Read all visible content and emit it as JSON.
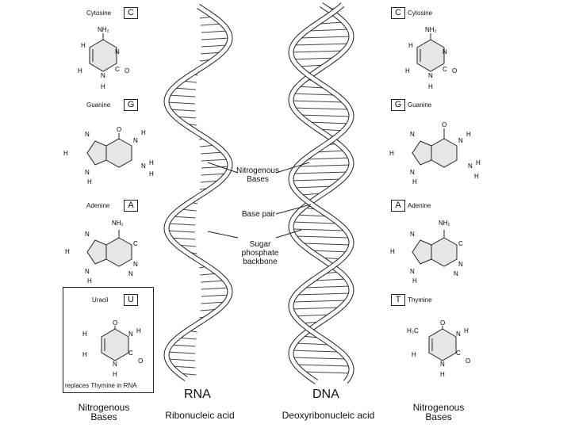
{
  "left_bases": {
    "cytosine": {
      "name": "Cytosine",
      "letter": "C"
    },
    "guanine": {
      "name": "Guanine",
      "letter": "G"
    },
    "adenine": {
      "name": "Adenine",
      "letter": "A"
    },
    "uracil": {
      "name": "Uracil",
      "letter": "U",
      "note": "replaces Thymine in RNA"
    }
  },
  "right_bases": {
    "cytosine": {
      "name": "Cytosine",
      "letter": "C"
    },
    "guanine": {
      "name": "Guanine",
      "letter": "G"
    },
    "adenine": {
      "name": "Adenine",
      "letter": "A"
    },
    "thymine": {
      "name": "Thymine",
      "letter": "T"
    }
  },
  "molecule_labels": {
    "nh2": "NH₂",
    "h": "H",
    "n": "N",
    "o": "O",
    "c": "C",
    "h3c": "H₃C"
  },
  "center_labels": {
    "nitrogenous_bases": "Nitrogenous\nBases",
    "base_pair": "Base pair",
    "backbone": "Sugar\nphosphate\nbackbone"
  },
  "rna": {
    "title": "RNA",
    "subtitle": "Ribonucleic acid"
  },
  "dna": {
    "title": "DNA",
    "subtitle": "Deoxyribonucleic acid"
  },
  "bottom": {
    "left_caption": "Nitrogenous\nBases",
    "right_caption": "Nitrogenous\nBases"
  }
}
